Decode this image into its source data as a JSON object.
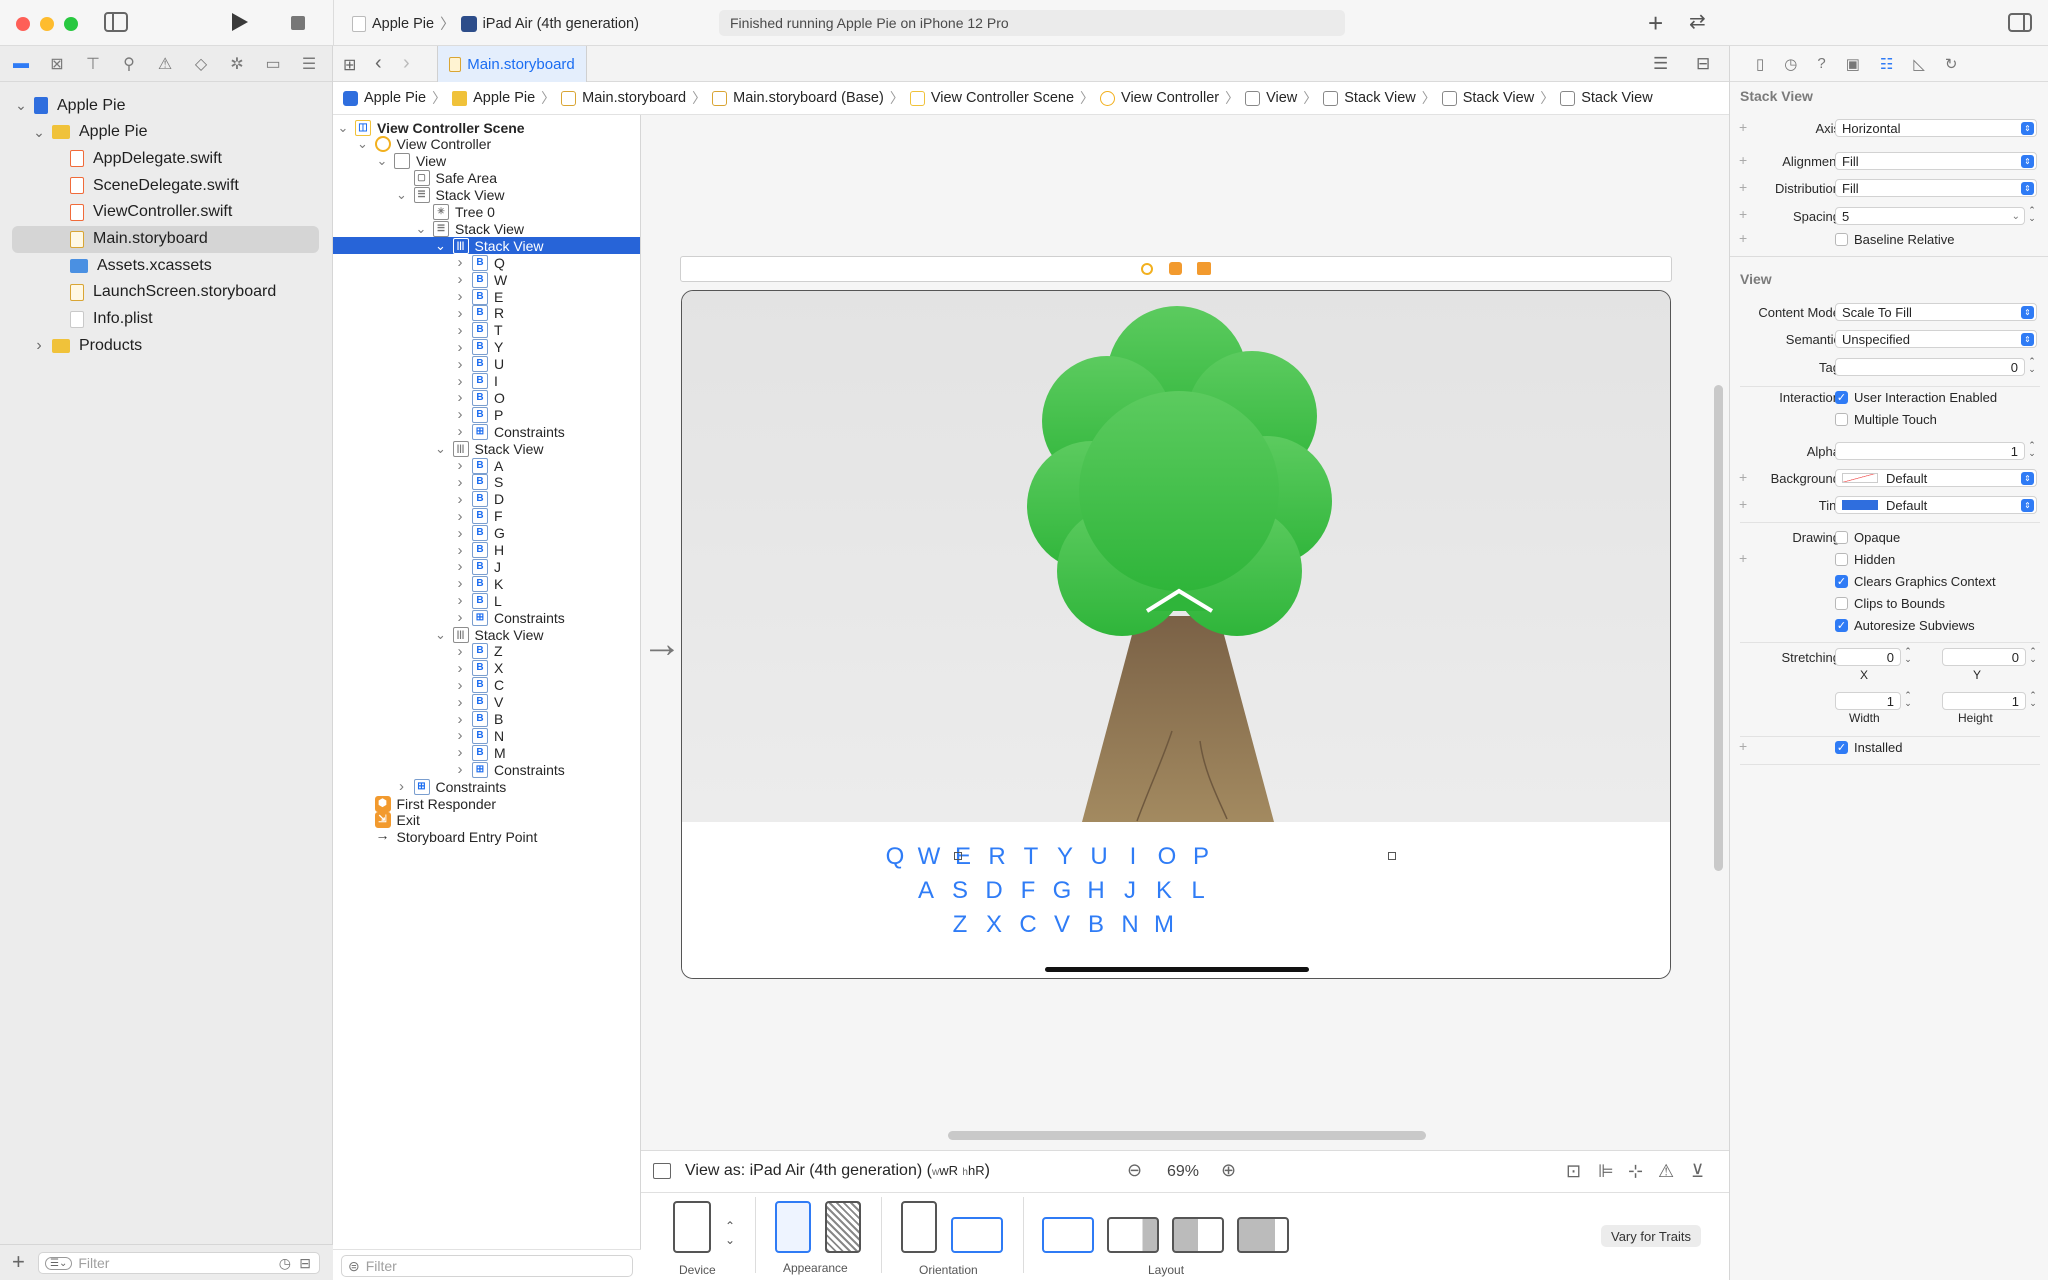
{
  "toolbar": {
    "scheme_project": "Apple Pie",
    "scheme_device": "iPad Air (4th generation)",
    "status": "Finished running Apple Pie on iPhone 12 Pro"
  },
  "navigator": {
    "items": [
      {
        "label": "Apple Pie",
        "kind": "project",
        "level": 0,
        "disclosure": "open"
      },
      {
        "label": "Apple Pie",
        "kind": "folder",
        "level": 1,
        "disclosure": "open"
      },
      {
        "label": "AppDelegate.swift",
        "kind": "swift",
        "level": 2
      },
      {
        "label": "SceneDelegate.swift",
        "kind": "swift",
        "level": 2
      },
      {
        "label": "ViewController.swift",
        "kind": "swift",
        "level": 2
      },
      {
        "label": "Main.storyboard",
        "kind": "storyboard",
        "level": 2,
        "selected": true
      },
      {
        "label": "Assets.xcassets",
        "kind": "assets",
        "level": 2
      },
      {
        "label": "LaunchScreen.storyboard",
        "kind": "storyboard",
        "level": 2
      },
      {
        "label": "Info.plist",
        "kind": "plist",
        "level": 2
      },
      {
        "label": "Products",
        "kind": "folder",
        "level": 1,
        "disclosure": "closed"
      }
    ],
    "filter_placeholder": "Filter"
  },
  "editor_tab": {
    "label": "Main.storyboard"
  },
  "jumpbar": [
    "Apple Pie",
    "Apple Pie",
    "Main.storyboard",
    "Main.storyboard (Base)",
    "View Controller Scene",
    "View Controller",
    "View",
    "Stack View",
    "Stack View",
    "Stack View"
  ],
  "outline": {
    "rows": [
      {
        "label": "View Controller Scene",
        "level": 0,
        "icon": "scene",
        "disclosure": "open",
        "bold": true
      },
      {
        "label": "View Controller",
        "level": 1,
        "icon": "vc",
        "disclosure": "open"
      },
      {
        "label": "View",
        "level": 2,
        "icon": "view",
        "disclosure": "open"
      },
      {
        "label": "Safe Area",
        "level": 3,
        "icon": "safe"
      },
      {
        "label": "Stack View",
        "level": 3,
        "icon": "vstack",
        "disclosure": "open"
      },
      {
        "label": "Tree 0",
        "level": 4,
        "icon": "image"
      },
      {
        "label": "Stack View",
        "level": 4,
        "icon": "vstack",
        "disclosure": "open"
      },
      {
        "label": "Stack View",
        "level": 5,
        "icon": "hstack",
        "disclosure": "open",
        "selected": true
      },
      {
        "label": "Q",
        "level": 6,
        "icon": "button",
        "disclosure": "closed"
      },
      {
        "label": "W",
        "level": 6,
        "icon": "button",
        "disclosure": "closed"
      },
      {
        "label": "E",
        "level": 6,
        "icon": "button",
        "disclosure": "closed"
      },
      {
        "label": "R",
        "level": 6,
        "icon": "button",
        "disclosure": "closed"
      },
      {
        "label": "T",
        "level": 6,
        "icon": "button",
        "disclosure": "closed"
      },
      {
        "label": "Y",
        "level": 6,
        "icon": "button",
        "disclosure": "closed"
      },
      {
        "label": "U",
        "level": 6,
        "icon": "button",
        "disclosure": "closed"
      },
      {
        "label": "I",
        "level": 6,
        "icon": "button",
        "disclosure": "closed"
      },
      {
        "label": "O",
        "level": 6,
        "icon": "button",
        "disclosure": "closed"
      },
      {
        "label": "P",
        "level": 6,
        "icon": "button",
        "disclosure": "closed"
      },
      {
        "label": "Constraints",
        "level": 6,
        "icon": "constraints",
        "disclosure": "closed"
      },
      {
        "label": "Stack View",
        "level": 5,
        "icon": "hstack",
        "disclosure": "open"
      },
      {
        "label": "A",
        "level": 6,
        "icon": "button",
        "disclosure": "closed"
      },
      {
        "label": "S",
        "level": 6,
        "icon": "button",
        "disclosure": "closed"
      },
      {
        "label": "D",
        "level": 6,
        "icon": "button",
        "disclosure": "closed"
      },
      {
        "label": "F",
        "level": 6,
        "icon": "button",
        "disclosure": "closed"
      },
      {
        "label": "G",
        "level": 6,
        "icon": "button",
        "disclosure": "closed"
      },
      {
        "label": "H",
        "level": 6,
        "icon": "button",
        "disclosure": "closed"
      },
      {
        "label": "J",
        "level": 6,
        "icon": "button",
        "disclosure": "closed"
      },
      {
        "label": "K",
        "level": 6,
        "icon": "button",
        "disclosure": "closed"
      },
      {
        "label": "L",
        "level": 6,
        "icon": "button",
        "disclosure": "closed"
      },
      {
        "label": "Constraints",
        "level": 6,
        "icon": "constraints",
        "disclosure": "closed"
      },
      {
        "label": "Stack View",
        "level": 5,
        "icon": "hstack",
        "disclosure": "open"
      },
      {
        "label": "Z",
        "level": 6,
        "icon": "button",
        "disclosure": "closed"
      },
      {
        "label": "X",
        "level": 6,
        "icon": "button",
        "disclosure": "closed"
      },
      {
        "label": "C",
        "level": 6,
        "icon": "button",
        "disclosure": "closed"
      },
      {
        "label": "V",
        "level": 6,
        "icon": "button",
        "disclosure": "closed"
      },
      {
        "label": "B",
        "level": 6,
        "icon": "button",
        "disclosure": "closed"
      },
      {
        "label": "N",
        "level": 6,
        "icon": "button",
        "disclosure": "closed"
      },
      {
        "label": "M",
        "level": 6,
        "icon": "button",
        "disclosure": "closed"
      },
      {
        "label": "Constraints",
        "level": 6,
        "icon": "constraints",
        "disclosure": "closed"
      },
      {
        "label": "Constraints",
        "level": 3,
        "icon": "constraints",
        "disclosure": "closed"
      },
      {
        "label": "First Responder",
        "level": 1,
        "icon": "responder"
      },
      {
        "label": "Exit",
        "level": 1,
        "icon": "exit"
      },
      {
        "label": "Storyboard Entry Point",
        "level": 1,
        "icon": "entry"
      }
    ],
    "filter_placeholder": "Filter"
  },
  "keyboard": {
    "row1": [
      "Q",
      "W",
      "E",
      "R",
      "T",
      "Y",
      "U",
      "I",
      "O",
      "P"
    ],
    "row2": [
      "A",
      "S",
      "D",
      "F",
      "G",
      "H",
      "J",
      "K",
      "L"
    ],
    "row3": [
      "Z",
      "X",
      "C",
      "V",
      "B",
      "N",
      "M"
    ]
  },
  "canvas_bar": {
    "view_as": "View as: iPad Air (4th generation) (",
    "size_class_w": "wR",
    "size_class_h": "hR",
    "close_paren": ")",
    "zoom": "69%"
  },
  "device_bar": {
    "device_label": "Device",
    "appearance_label": "Appearance",
    "orientation_label": "Orientation",
    "layout_label": "Layout",
    "vary_button": "Vary for Traits"
  },
  "inspector": {
    "stack_header": "Stack View",
    "axis_label": "Axis",
    "axis_value": "Horizontal",
    "alignment_label": "Alignment",
    "alignment_value": "Fill",
    "distribution_label": "Distribution",
    "distribution_value": "Fill",
    "spacing_label": "Spacing",
    "spacing_value": "5",
    "baseline_label": "Baseline Relative",
    "view_header": "View",
    "content_mode_label": "Content Mode",
    "content_mode_value": "Scale To Fill",
    "semantic_label": "Semantic",
    "semantic_value": "Unspecified",
    "tag_label": "Tag",
    "tag_value": "0",
    "interaction_label": "Interaction",
    "user_interaction": "User Interaction Enabled",
    "multiple_touch": "Multiple Touch",
    "alpha_label": "Alpha",
    "alpha_value": "1",
    "background_label": "Background",
    "background_value": "Default",
    "tint_label": "Tint",
    "tint_value": "Default",
    "drawing_label": "Drawing",
    "opaque": "Opaque",
    "hidden": "Hidden",
    "clears_context": "Clears Graphics Context",
    "clips_bounds": "Clips to Bounds",
    "autoresize": "Autoresize Subviews",
    "stretching_label": "Stretching",
    "stretch_x": "0",
    "stretch_y": "0",
    "stretch_w": "1",
    "stretch_h": "1",
    "x_label": "X",
    "y_label": "Y",
    "width_label": "Width",
    "height_label": "Height",
    "installed": "Installed"
  },
  "colors": {
    "accent": "#2f7bf5",
    "selection": "#2764d8",
    "tree_leaves": "#44c04f",
    "tree_trunk": "#8a6f4b"
  }
}
